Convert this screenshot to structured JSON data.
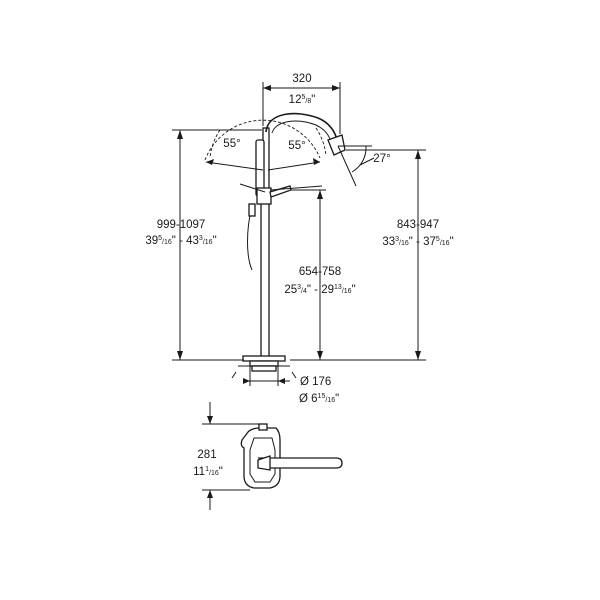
{
  "dimensions": {
    "spout_reach": {
      "mm": "320",
      "in_whole": "12",
      "in_num": "5",
      "in_den": "8",
      "in_mark": "\""
    },
    "angle_left": "55°",
    "angle_right": "55°",
    "spout_angle": "27°",
    "total_height": {
      "mm": "999-1097",
      "in1_whole": "39",
      "in1_num": "5",
      "in1_den": "16",
      "in1_mark": "\"",
      "sep": " - ",
      "in2_whole": "43",
      "in2_num": "3",
      "in2_den": "16",
      "in2_mark": "\""
    },
    "spout_height": {
      "mm": "843-947",
      "in1_whole": "33",
      "in1_num": "3",
      "in1_den": "16",
      "in1_mark": "\"",
      "sep": " - ",
      "in2_whole": "37",
      "in2_num": "5",
      "in2_den": "16",
      "in2_mark": "\""
    },
    "handle_height": {
      "mm": "654-758",
      "in1_whole": "25",
      "in1_num": "3",
      "in1_den": "4",
      "in1_mark": "\"",
      "sep": " - ",
      "in2_whole": "29",
      "in2_num": "13",
      "in2_den": "16",
      "in2_mark": "\""
    },
    "base_diameter": {
      "mm": "Ø 176",
      "in_prefix": "Ø 6",
      "in_num": "15",
      "in_den": "16",
      "in_mark": "\""
    },
    "top_view_depth": {
      "mm": "281",
      "in_whole": "11",
      "in_num": "1",
      "in_den": "16",
      "in_mark": "\""
    }
  }
}
